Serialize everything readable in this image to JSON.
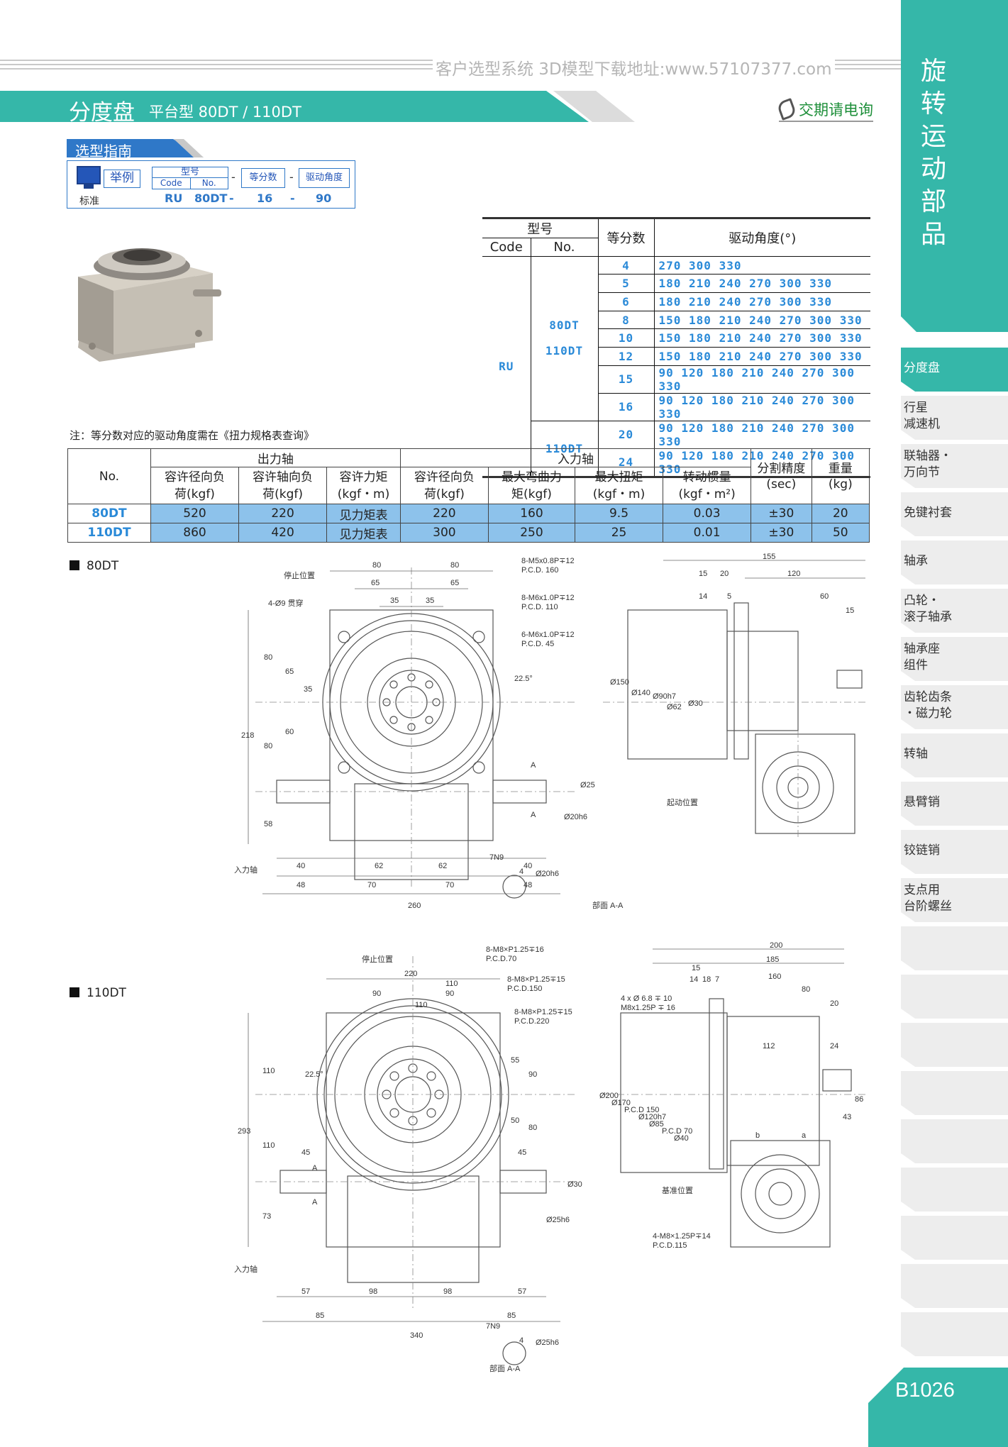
{
  "header": {
    "url_text": "客户选型系统  3D模型下载地址:www.57107377.com",
    "title_main": "分度盘",
    "title_sub": "平台型 80DT / 110DT",
    "phone_text": "交期请电询"
  },
  "guide": {
    "label": "选型指南",
    "example_label": "举例",
    "standard_label": "标准",
    "model_label": "型号",
    "code_label": "Code",
    "no_label": "No.",
    "divisions_label": "等分数",
    "angle_label": "驱动角度",
    "example_code": "RU",
    "example_no": "80DT",
    "example_div": "16",
    "example_angle": "90",
    "dash": "-"
  },
  "angle_table": {
    "header_model": "型号",
    "header_code": "Code",
    "header_no": "No.",
    "header_div": "等分数",
    "header_angle": "驱动角度(°)",
    "code": "RU",
    "no_group1": "80DT\n110DT",
    "no_group1_a": "80DT",
    "no_group1_b": "110DT",
    "no_group2": "110DT",
    "rows": [
      {
        "div": "4",
        "angles": "270 300 330"
      },
      {
        "div": "5",
        "angles": "180 210 240 270 300 330"
      },
      {
        "div": "6",
        "angles": "180 210 240 270 300 330"
      },
      {
        "div": "8",
        "angles": "150 180 210 240 270 300 330"
      },
      {
        "div": "10",
        "angles": "150 180 210 240 270 300 330"
      },
      {
        "div": "12",
        "angles": "150 180 210 240 270 300 330"
      },
      {
        "div": "15",
        "angles": "90 120 180 210 240 270 300 330"
      },
      {
        "div": "16",
        "angles": "90 120 180 210 240 270 300 330"
      },
      {
        "div": "20",
        "angles": "90 120 180 210 240 270 300 330"
      },
      {
        "div": "24",
        "angles": "90 120 180 210 240 270 300 330"
      }
    ],
    "note": "注：等分数对应的驱动角度需在《扭力规格表查询》"
  },
  "spec_table": {
    "h_no": "No.",
    "h_output": "出力轴",
    "h_input": "入力轴",
    "h_precision": "分割精度",
    "h_precision_unit": "(sec)",
    "h_weight": "重量",
    "h_weight_unit": "(kg)",
    "cols": [
      "容许径向负\n荷(kgf)",
      "容许轴向负\n荷(kgf)",
      "容许力矩\n(kgf・m)",
      "容许径向负\n荷(kgf)",
      "最大弯曲力\n矩(kgf)",
      "最大扭矩\n(kgf・m)",
      "转动惯量\n(kgf・m²)"
    ],
    "col_1a": "容许径向负",
    "col_1b": "荷(kgf)",
    "col_2a": "容许轴向负",
    "col_2b": "荷(kgf)",
    "col_3a": "容许力矩",
    "col_3b": "(kgf・m)",
    "col_4a": "容许径向负",
    "col_4b": "荷(kgf)",
    "col_5a": "最大弯曲力",
    "col_5b": "矩(kgf)",
    "col_6a": "最大扭矩",
    "col_6b": "(kgf・m)",
    "col_7a": "转动惯量",
    "col_7b": "(kgf・m²)",
    "rows": [
      {
        "no": "80DT",
        "v1": "520",
        "v2": "220",
        "v3": "见力矩表",
        "v4": "220",
        "v5": "160",
        "v6": "9.5",
        "v7": "0.03",
        "v8": "±30",
        "v9": "20"
      },
      {
        "no": "110DT",
        "v1": "860",
        "v2": "420",
        "v3": "见力矩表",
        "v4": "300",
        "v5": "250",
        "v6": "25",
        "v7": "0.01",
        "v8": "±30",
        "v9": "50"
      }
    ]
  },
  "drawing_80": {
    "label": "80DT",
    "stop_pos": "停止位置",
    "holes_4": "4-Ø9 贯穿",
    "tap1": "8-M5x0.8P∓12",
    "pcd1": "P.C.D. 160",
    "tap2": "8-M6x1.0P∓12",
    "pcd2": "P.C.D. 110",
    "tap3": "6-M6x1.0P∓12",
    "pcd3": "P.C.D. 45",
    "input_shaft": "入力轴",
    "start_pos": "起动位置",
    "section": "部面 A-A",
    "d80a": "80",
    "d80b": "80",
    "d65a": "65",
    "d65b": "65",
    "d35a": "35",
    "d35b": "35",
    "d40a": "40",
    "d62a": "62",
    "d62b": "62",
    "d40b": "40",
    "d48a": "48",
    "d70a": "70",
    "d70b": "70",
    "d48b": "48",
    "d260": "260",
    "v218": "218",
    "v80a": "80",
    "v65": "65",
    "v35": "35",
    "v60": "60",
    "v80b": "80",
    "v58": "58",
    "v25": "Ø25",
    "v20h6": "Ø20h6",
    "angle": "22.5°",
    "s155": "155",
    "s15a": "15",
    "s20": "20",
    "s120": "120",
    "s14": "14",
    "s5": "5",
    "s60": "60",
    "s15b": "15",
    "s150": "Ø150",
    "s140": "Ø140",
    "s90": "Ø90h7",
    "s62": "Ø62",
    "s30": "Ø30",
    "keyway": "7N9",
    "key4": "4",
    "key20": "Ø20h6",
    "a_mark": "A"
  },
  "drawing_110": {
    "label": "110DT",
    "stop_pos": "停止位置",
    "tap1": "8-M8×P1.25∓16",
    "pcd1": "P.C.D.70",
    "tap2": "8-M8×P1.25∓15",
    "pcd2": "P.C.D.150",
    "tap3": "8-M8×P1.25∓15",
    "pcd3": "P.C.D.220",
    "input_shaft": "入力轴",
    "section": "部面 A-A",
    "holes_4": "4 x Ø 6.8 ∓ 10",
    "holes_4b": "M8x1.25P ∓ 16",
    "ref_pos": "基准位置",
    "tap_bottom": "4-M8×1.25P∓14",
    "pcd_bottom": "P.C.D.115",
    "d220": "220",
    "d110a": "110",
    "d90a": "90",
    "d90b": "90",
    "d110b": "110",
    "d45a": "45",
    "d45b": "45",
    "d57a": "57",
    "d98a": "98",
    "d98b": "98",
    "d57b": "57",
    "d85a": "85",
    "d85b": "85",
    "d340": "340",
    "v293": "293",
    "v110a": "110",
    "v110b": "110",
    "v73": "73",
    "v55": "55",
    "v90": "90",
    "v50": "50",
    "v80": "80",
    "v30": "Ø30",
    "v25h6": "Ø25h6",
    "angle": "22.5°",
    "s200": "200",
    "s185": "185",
    "s160": "160",
    "s15": "15",
    "s14": "14",
    "s18": "18",
    "s7": "7",
    "s80": "80",
    "s20": "20",
    "s112": "112",
    "s24": "24",
    "s86": "86",
    "s43": "43",
    "sd200": "Ø200",
    "sd170": "Ø170",
    "spcd150": "P.C.D 150",
    "s120h7": "Ø120h7",
    "s85": "Ø85",
    "spcd70": "P.C.D 70",
    "s40": "Ø40",
    "b_mark": "b",
    "a_label": "a",
    "keyway": "7N9",
    "key4": "4",
    "key25": "Ø25h6",
    "a_mark": "A"
  },
  "sidebar": {
    "title": "旋转运动部品",
    "items": [
      {
        "l1": "分度盘",
        "l2": ""
      },
      {
        "l1": "行星",
        "l2": "减速机"
      },
      {
        "l1": "联轴器・",
        "l2": "万向节"
      },
      {
        "l1": "免键衬套",
        "l2": ""
      },
      {
        "l1": "轴承",
        "l2": ""
      },
      {
        "l1": "凸轮・",
        "l2": "滚子轴承"
      },
      {
        "l1": "轴承座",
        "l2": "组件"
      },
      {
        "l1": "齿轮齿条",
        "l2": "・磁力轮"
      },
      {
        "l1": "转轴",
        "l2": ""
      },
      {
        "l1": "悬臂销",
        "l2": ""
      },
      {
        "l1": "铰链销",
        "l2": ""
      },
      {
        "l1": "支点用",
        "l2": "台阶螺丝"
      }
    ],
    "page_number": "B1026"
  },
  "colors": {
    "teal": "#35b7a9",
    "blue_value": "#2a8ad8",
    "row_highlight": "#8dc2eb",
    "guide_blue": "#2f78c8"
  }
}
